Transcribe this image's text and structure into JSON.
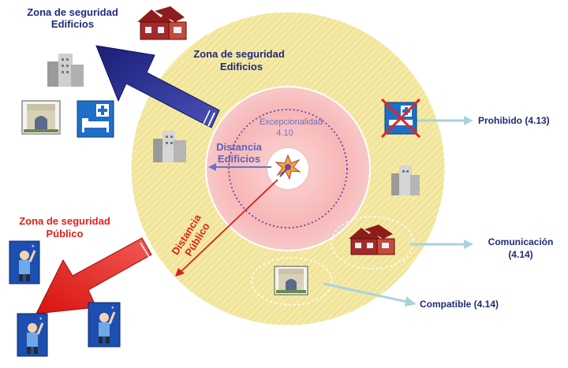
{
  "labels": {
    "outer_zone_top_left_line1": "Zona de seguridad",
    "outer_zone_top_left_line2": "Edificios",
    "outer_zone_ring_line1": "Zona de seguridad",
    "outer_zone_ring_line2": "Edificios",
    "excepcionalidad_line1": "Excepcionalidad",
    "excepcionalidad_line2": "4.10",
    "distancia_edificios_line1": "Distancia",
    "distancia_edificios_line2": "Edificios",
    "distancia_publico_line1": "Distancia",
    "distancia_publico_line2": "Público",
    "public_zone_line1": "Zona de seguridad",
    "public_zone_line2": "Público",
    "prohibido": "Prohibido (4.13)",
    "comunicacion_line1": "Comunicación",
    "comunicacion_line2": "(4.14)",
    "compatible": "Compatible (4.14)"
  },
  "colors": {
    "navy_text": "#1f2a7a",
    "red_text": "#e0201b",
    "outer_ring": "#f5eaa5",
    "inner_ring": "#f9c6c6",
    "big_blue_arrow": "#2a2f8f",
    "big_red_arrow": "#e8231f",
    "callout_arrow": "#a9d3dc"
  },
  "icons": [
    "house-icon",
    "building-icon",
    "arch-monument-icon",
    "hospital-icon",
    "people-icon",
    "explosion-icon"
  ]
}
